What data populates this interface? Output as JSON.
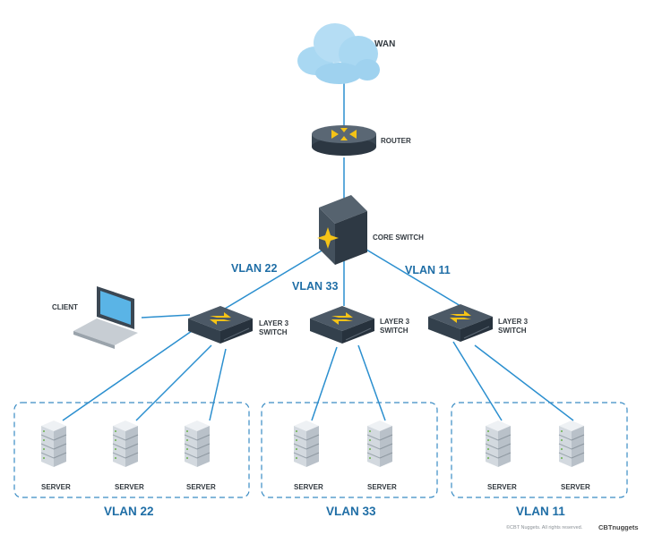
{
  "labels": {
    "wan": "WAN",
    "router": "ROUTER",
    "core_switch": "CORE SWITCH",
    "client": "CLIENT",
    "l3_line1": "LAYER 3",
    "l3_line2": "SWITCH",
    "server": "SERVER"
  },
  "links": {
    "vlan22": "VLAN 22",
    "vlan33": "VLAN 33",
    "vlan11": "VLAN 11"
  },
  "groups": {
    "vlan22": "VLAN 22",
    "vlan33": "VLAN 33",
    "vlan11": "VLAN 11"
  },
  "footer": {
    "copyright": "©CBT Nuggets. All rights reserved.",
    "brand": "CBTnuggets"
  },
  "colors": {
    "link": "#2b8fcf",
    "accent_yellow": "#f5c316",
    "device_dark": "#3d4a56",
    "cloud": "#a9d8f2"
  }
}
